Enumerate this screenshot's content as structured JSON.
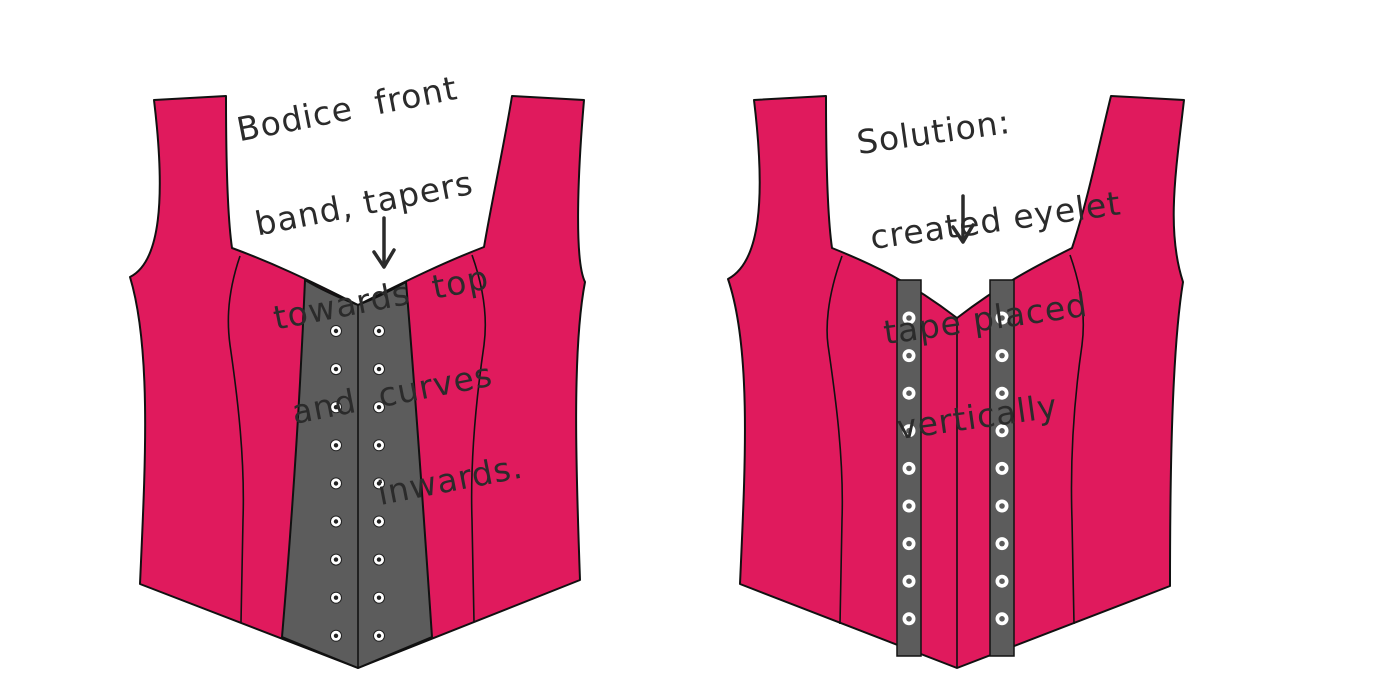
{
  "annotations": {
    "left": {
      "lines": [
        "Bodice  front",
        "band, tapers",
        "towards  top",
        "and  curves",
        "      inwards."
      ]
    },
    "right": {
      "lines": [
        "Solution:",
        "created eyelet",
        "tape placed",
        "vertically"
      ]
    }
  },
  "colors": {
    "fabric": "#e01a5d",
    "band": "#5c5c5c",
    "outline": "#111111",
    "eyelet": "#ffffff",
    "ink": "#2b2b2b"
  },
  "icons": [
    "down-arrow-icon",
    "eyelet-icon"
  ]
}
